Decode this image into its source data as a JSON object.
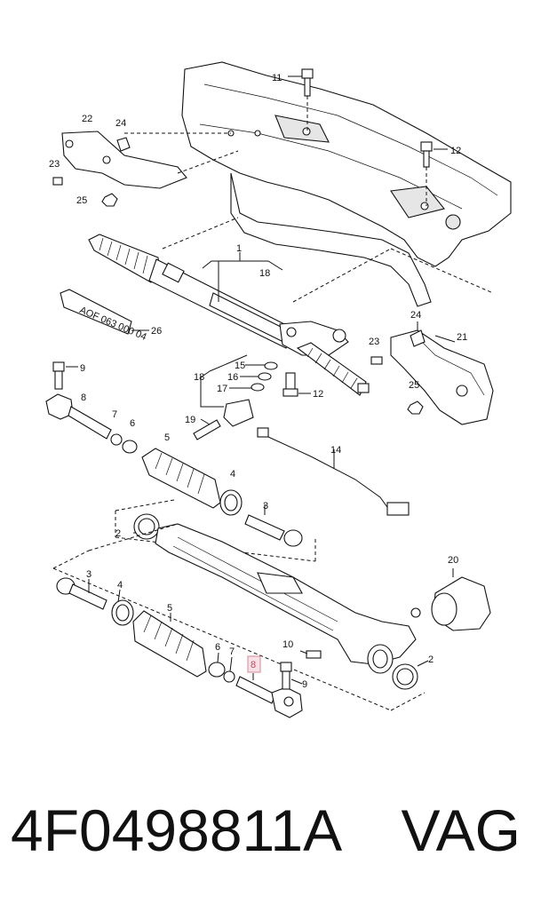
{
  "footer": {
    "part_number": "4F0498811A",
    "brand": "VAG"
  },
  "diagram": {
    "highlight_label": "8",
    "tube_text": "AOF 063 000 04",
    "labels": {
      "l1": "1",
      "l2a": "2",
      "l2b": "2",
      "l3a": "3",
      "l3b": "3",
      "l4a": "4",
      "l4b": "4",
      "l5a": "5",
      "l5b": "5",
      "l6a": "6",
      "l6b": "6",
      "l7a": "7",
      "l7b": "7",
      "l8a": "8",
      "l9a": "9",
      "l9b": "9",
      "l10": "10",
      "l11": "11",
      "l12a": "12",
      "l12b": "12",
      "l14": "14",
      "l15": "15",
      "l16": "16",
      "l17": "17",
      "l18a": "18",
      "l18b": "18",
      "l19": "19",
      "l20": "20",
      "l21": "21",
      "l22": "22",
      "l23a": "23",
      "l23b": "23",
      "l24a": "24",
      "l24b": "24",
      "l25a": "25",
      "l25b": "25",
      "l26": "26"
    }
  }
}
